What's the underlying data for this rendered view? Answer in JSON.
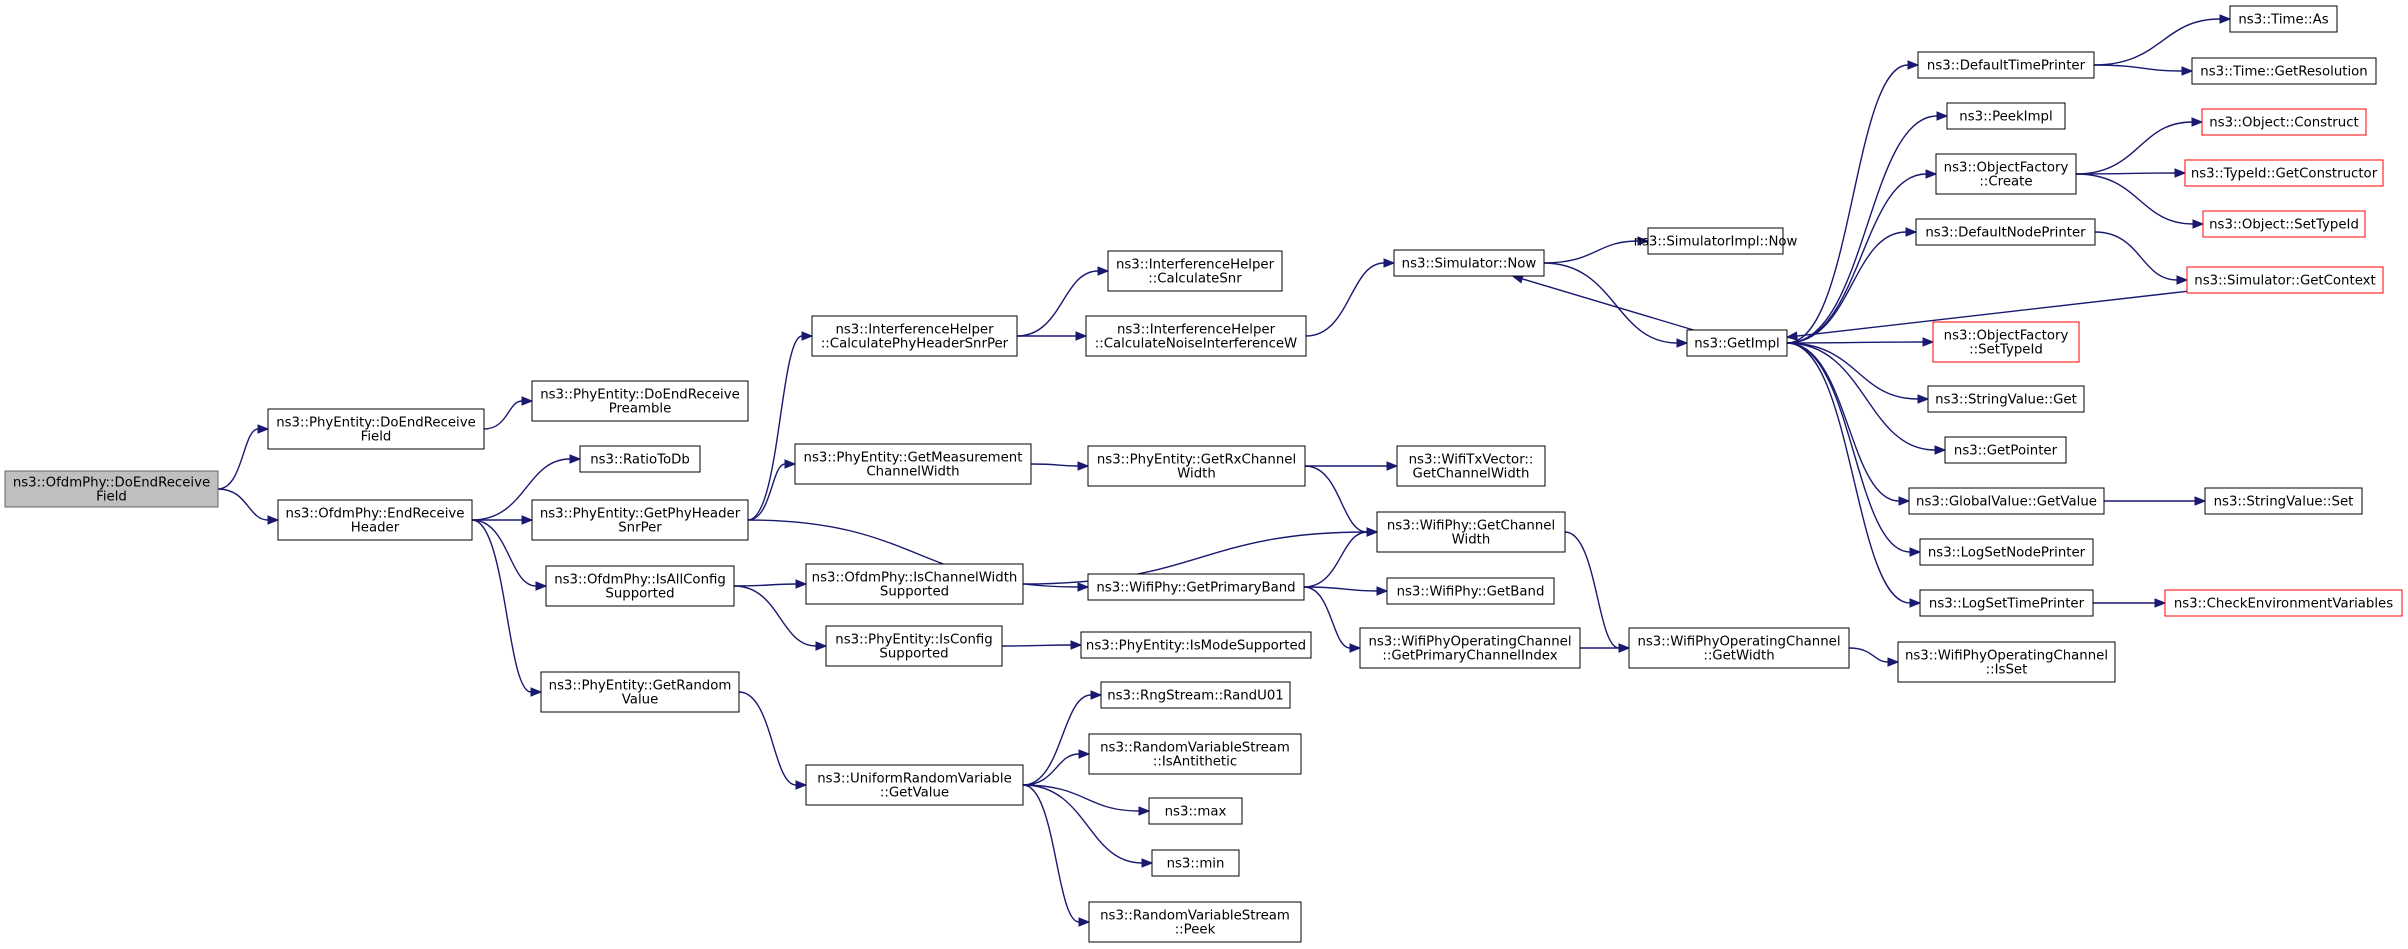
{
  "colors": {
    "edge": "#191970",
    "node_border": "#000000",
    "root_fill": "#bfbfbf",
    "root_border": "#666666",
    "external_border": "#ff0000",
    "background": "#ffffff"
  },
  "nodes": [
    {
      "id": "n0",
      "lines": [
        "ns3::OfdmPhy::DoEndReceive",
        "Field"
      ],
      "style": "root"
    },
    {
      "id": "n1",
      "lines": [
        "ns3::PhyEntity::DoEndReceive",
        "Field"
      ]
    },
    {
      "id": "n2",
      "lines": [
        "ns3::PhyEntity::DoEndReceive",
        "Preamble"
      ]
    },
    {
      "id": "n3",
      "lines": [
        "ns3::OfdmPhy::EndReceive",
        "Header"
      ]
    },
    {
      "id": "n4",
      "lines": [
        "ns3::RatioToDb"
      ]
    },
    {
      "id": "n5",
      "lines": [
        "ns3::PhyEntity::GetPhyHeader",
        "SnrPer"
      ]
    },
    {
      "id": "n6",
      "lines": [
        "ns3::OfdmPhy::IsAllConfig",
        "Supported"
      ]
    },
    {
      "id": "n7",
      "lines": [
        "ns3::PhyEntity::GetRandom",
        "Value"
      ]
    },
    {
      "id": "n8",
      "lines": [
        "ns3::InterferenceHelper",
        "::CalculatePhyHeaderSnrPer"
      ]
    },
    {
      "id": "n9",
      "lines": [
        "ns3::PhyEntity::GetMeasurement",
        "ChannelWidth"
      ]
    },
    {
      "id": "n10",
      "lines": [
        "ns3::OfdmPhy::IsChannelWidth",
        "Supported"
      ]
    },
    {
      "id": "n11",
      "lines": [
        "ns3::PhyEntity::IsConfig",
        "Supported"
      ]
    },
    {
      "id": "n12",
      "lines": [
        "ns3::UniformRandomVariable",
        "::GetValue"
      ]
    },
    {
      "id": "n13",
      "lines": [
        "ns3::InterferenceHelper",
        "::CalculateSnr"
      ]
    },
    {
      "id": "n14",
      "lines": [
        "ns3::InterferenceHelper",
        "::CalculateNoiseInterferenceW"
      ]
    },
    {
      "id": "n15",
      "lines": [
        "ns3::PhyEntity::GetRxChannel",
        "Width"
      ]
    },
    {
      "id": "n16",
      "lines": [
        "ns3::WifiPhy::GetPrimaryBand"
      ]
    },
    {
      "id": "n17",
      "lines": [
        "ns3::PhyEntity::IsModeSupported"
      ]
    },
    {
      "id": "n18",
      "lines": [
        "ns3::RngStream::RandU01"
      ]
    },
    {
      "id": "n19",
      "lines": [
        "ns3::RandomVariableStream",
        "::IsAntithetic"
      ]
    },
    {
      "id": "n20",
      "lines": [
        "ns3::max"
      ]
    },
    {
      "id": "n21",
      "lines": [
        "ns3::min"
      ]
    },
    {
      "id": "n22",
      "lines": [
        "ns3::RandomVariableStream",
        "::Peek"
      ]
    },
    {
      "id": "n23",
      "lines": [
        "ns3::Simulator::Now"
      ]
    },
    {
      "id": "n24",
      "lines": [
        "ns3::WifiTxVector::",
        "GetChannelWidth"
      ]
    },
    {
      "id": "n25",
      "lines": [
        "ns3::WifiPhy::GetChannel",
        "Width"
      ]
    },
    {
      "id": "n26",
      "lines": [
        "ns3::WifiPhy::GetBand"
      ]
    },
    {
      "id": "n27",
      "lines": [
        "ns3::WifiPhyOperatingChannel",
        "::GetPrimaryChannelIndex"
      ]
    },
    {
      "id": "n28",
      "lines": [
        "ns3::SimulatorImpl::Now"
      ]
    },
    {
      "id": "n29",
      "lines": [
        "ns3::GetImpl"
      ]
    },
    {
      "id": "n30",
      "lines": [
        "ns3::WifiPhyOperatingChannel",
        "::GetWidth"
      ]
    },
    {
      "id": "n31",
      "lines": [
        "ns3::DefaultTimePrinter"
      ]
    },
    {
      "id": "n32",
      "lines": [
        "ns3::PeekImpl"
      ]
    },
    {
      "id": "n33",
      "lines": [
        "ns3::ObjectFactory",
        "::Create"
      ]
    },
    {
      "id": "n34",
      "lines": [
        "ns3::DefaultNodePrinter"
      ]
    },
    {
      "id": "n35",
      "lines": [
        "ns3::Simulator::GetContext"
      ],
      "style": "external"
    },
    {
      "id": "n36",
      "lines": [
        "ns3::ObjectFactory",
        "::SetTypeId"
      ],
      "style": "external"
    },
    {
      "id": "n37",
      "lines": [
        "ns3::StringValue::Get"
      ]
    },
    {
      "id": "n38",
      "lines": [
        "ns3::GetPointer"
      ]
    },
    {
      "id": "n39",
      "lines": [
        "ns3::GlobalValue::GetValue"
      ]
    },
    {
      "id": "n40",
      "lines": [
        "ns3::LogSetNodePrinter"
      ]
    },
    {
      "id": "n41",
      "lines": [
        "ns3::LogSetTimePrinter"
      ]
    },
    {
      "id": "n42",
      "lines": [
        "ns3::WifiPhyOperatingChannel",
        "::IsSet"
      ]
    },
    {
      "id": "n43",
      "lines": [
        "ns3::Time::As"
      ]
    },
    {
      "id": "n44",
      "lines": [
        "ns3::Time::GetResolution"
      ]
    },
    {
      "id": "n45",
      "lines": [
        "ns3::Object::Construct"
      ],
      "style": "external"
    },
    {
      "id": "n46",
      "lines": [
        "ns3::TypeId::GetConstructor"
      ],
      "style": "external"
    },
    {
      "id": "n47",
      "lines": [
        "ns3::Object::SetTypeId"
      ],
      "style": "external"
    },
    {
      "id": "n48",
      "lines": [
        "ns3::StringValue::Set"
      ]
    },
    {
      "id": "n49",
      "lines": [
        "ns3::CheckEnvironmentVariables"
      ],
      "style": "external"
    }
  ],
  "edges": [
    [
      "n0",
      "n1"
    ],
    [
      "n0",
      "n3"
    ],
    [
      "n1",
      "n2"
    ],
    [
      "n3",
      "n4"
    ],
    [
      "n3",
      "n5"
    ],
    [
      "n3",
      "n6"
    ],
    [
      "n3",
      "n7"
    ],
    [
      "n5",
      "n8"
    ],
    [
      "n5",
      "n9"
    ],
    [
      "n5",
      "n16"
    ],
    [
      "n6",
      "n10"
    ],
    [
      "n6",
      "n11"
    ],
    [
      "n7",
      "n12"
    ],
    [
      "n8",
      "n13"
    ],
    [
      "n8",
      "n14"
    ],
    [
      "n9",
      "n15"
    ],
    [
      "n10",
      "n25"
    ],
    [
      "n11",
      "n17"
    ],
    [
      "n12",
      "n18"
    ],
    [
      "n12",
      "n19"
    ],
    [
      "n12",
      "n20"
    ],
    [
      "n12",
      "n21"
    ],
    [
      "n12",
      "n22"
    ],
    [
      "n14",
      "n23"
    ],
    [
      "n15",
      "n24"
    ],
    [
      "n15",
      "n25"
    ],
    [
      "n16",
      "n25"
    ],
    [
      "n16",
      "n26"
    ],
    [
      "n16",
      "n27"
    ],
    [
      "n23",
      "n28"
    ],
    [
      "n23",
      "n29"
    ],
    [
      "n25",
      "n30"
    ],
    [
      "n27",
      "n30"
    ],
    [
      "n29",
      "n23"
    ],
    [
      "n29",
      "n31"
    ],
    [
      "n29",
      "n32"
    ],
    [
      "n29",
      "n33"
    ],
    [
      "n29",
      "n34"
    ],
    [
      "n29",
      "n36"
    ],
    [
      "n29",
      "n37"
    ],
    [
      "n29",
      "n38"
    ],
    [
      "n29",
      "n39"
    ],
    [
      "n29",
      "n40"
    ],
    [
      "n29",
      "n41"
    ],
    [
      "n30",
      "n42"
    ],
    [
      "n31",
      "n43"
    ],
    [
      "n31",
      "n44"
    ],
    [
      "n33",
      "n45"
    ],
    [
      "n33",
      "n46"
    ],
    [
      "n33",
      "n47"
    ],
    [
      "n34",
      "n35"
    ],
    [
      "n35",
      "n29"
    ],
    [
      "n39",
      "n48"
    ],
    [
      "n41",
      "n49"
    ]
  ]
}
